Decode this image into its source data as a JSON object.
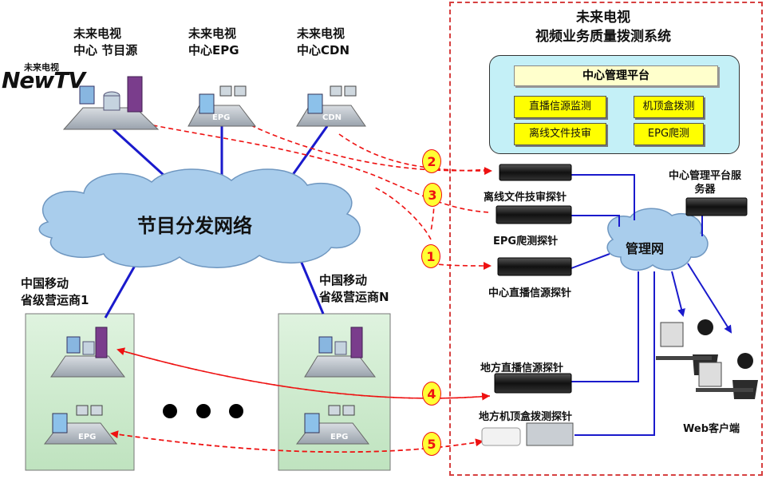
{
  "logo": {
    "small_text": "未来电视",
    "brand": "NewTV"
  },
  "sources": [
    {
      "line1": "未来电视",
      "line2": "中心 节目源"
    },
    {
      "line1": "未来电视",
      "line2": "中心EPG",
      "badge": "EPG"
    },
    {
      "line1": "未来电视",
      "line2": "中心CDN",
      "badge": "CDN"
    }
  ],
  "cloud_main": "节目分发网络",
  "operators": [
    {
      "line1": "中国移动",
      "line2": "省级营运商1",
      "badge": "EPG"
    },
    {
      "line1": "中国移动",
      "line2": "省级营运商N",
      "badge": "EPG"
    }
  ],
  "system": {
    "title_line1": "未来电视",
    "title_line2": "视频业务质量拨测系统",
    "platform": {
      "title": "中心管理平台",
      "items": [
        "直播信源监测",
        "机顶盒拨测",
        "离线文件技审",
        "EPG爬测"
      ]
    },
    "probes": [
      "离线文件技审探针",
      "EPG爬测探针",
      "中心直播信源探针",
      "地方直播信源探针",
      "地方机顶盒拨测探针"
    ],
    "mgmt_net": "管理网",
    "server_label_line1": "中心管理平台服",
    "server_label_line2": "务器",
    "web_client": "Web客户端"
  },
  "steps": [
    "2",
    "3",
    "1",
    "4",
    "5"
  ],
  "colors": {
    "link": "#1a1acc",
    "dash": "#ee1111",
    "cloud": "#a9cdec",
    "frame": "#d64040",
    "platform": "#c4f0f7",
    "step": "#ffff33"
  }
}
